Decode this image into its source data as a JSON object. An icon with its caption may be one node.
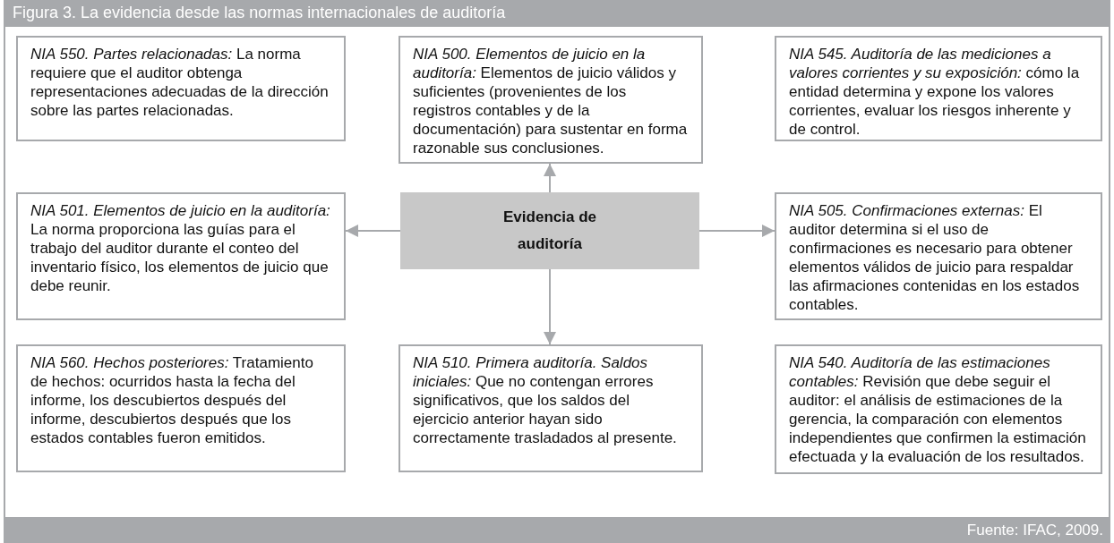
{
  "diagram": {
    "title": "Figura 3. La evidencia desde las normas internacionales de auditoría",
    "nodes": [
      {
        "text": [
          "*NIA 550. Partes relacionadas:* La norma requiere que el auditor obtenga representaciones adecuadas de la dirección sobre las partes relacionadas."
        ]
      },
      {
        "text": [
          "*NIA 500. Elementos de juicio en la auditoría:* Elementos de juicio válidos y suficientes (provenientes de los registros contables y de la documentación) para sustentar en forma razonable sus conclusiones."
        ]
      },
      {
        "text": [
          "*NIA 545. Auditoría de las mediciones a valores corrientes y su exposición:* cómo la entidad determina y expone los valores corrientes, evaluar los riesgos inherente y de control."
        ]
      },
      {
        "text": [
          "*NIA 501. Elementos de juicio en la auditoría:* La norma proporciona las guías para el trabajo del auditor durante el conteo del inventario físico, los elementos de juicio que debe reunir."
        ]
      },
      {
        "text": [
          "Evidencia de auditoría"
        ]
      },
      {
        "text": [
          "*NIA 505. Confirmaciones externas:* El auditor determina si el uso de confirmaciones es necesario para obtener elementos válidos de juicio para respaldar las afirmaciones contenidas en los estados contables."
        ]
      },
      {
        "text": [
          "*NIA 560. Hechos posteriores:* Tratamiento de hechos: ocurridos hasta la fecha del informe, los descubiertos después del informe, descubiertos después que los estados contables fueron emitidos."
        ]
      },
      {
        "text": [
          "*NIA 510. Primera auditoría. Saldos iniciales:* Que no contengan errores significativos, que los saldos del ejercicio anterior hayan sido correctamente trasladados al presente."
        ]
      },
      {
        "text": [
          "*NIA 540. Auditoría de las estimaciones contables:* Revisión que debe seguir el auditor: el análisis de estimaciones de la gerencia, la comparación con elementos independientes que confirmen la estimación efectuada y la evaluación de los resultados."
        ]
      }
    ],
    "edges": [
      {
        "from": 4,
        "to": 1,
        "arrow": "to"
      },
      {
        "from": 4,
        "to": 3,
        "arrow": "to"
      },
      {
        "from": 4,
        "to": 5,
        "arrow": "to"
      },
      {
        "from": 4,
        "to": 7,
        "arrow": "to"
      }
    ],
    "caption": "Fuente: IFAC, 2009."
  }
}
